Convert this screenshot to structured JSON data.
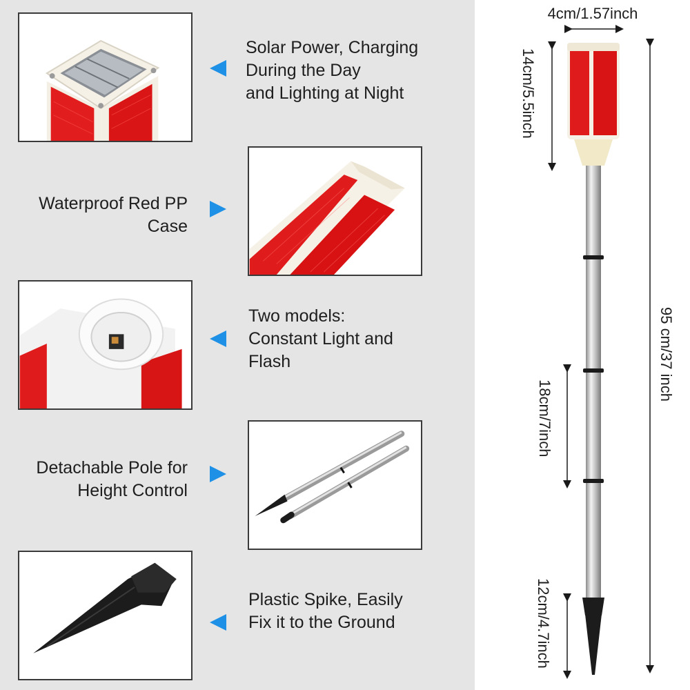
{
  "colors": {
    "panel_background": "#e5e5e5",
    "arrow_accent": "#1e90e6",
    "reflector_red": "#e01b1b",
    "case_white": "#f6f1e6",
    "pole_silver": "#b8b8b8",
    "spike_black": "#1c1c1c"
  },
  "features": [
    {
      "lines": [
        "Solar Power, Charging",
        "During the Day",
        "and Lighting at Night"
      ],
      "image_icon": "solar-panel-top-icon"
    },
    {
      "lines": [
        "Waterproof Red PP",
        "Case"
      ],
      "image_icon": "red-case-closeup-icon"
    },
    {
      "lines": [
        "Two models:",
        "Constant Light and",
        "Flash"
      ],
      "image_icon": "switch-socket-icon"
    },
    {
      "lines": [
        "Detachable Pole for",
        "Height Control"
      ],
      "image_icon": "detachable-pole-icon"
    },
    {
      "lines": [
        "Plastic Spike, Easily",
        "Fix it to the Ground"
      ],
      "image_icon": "ground-spike-icon"
    }
  ],
  "dimensions": {
    "width_label": "4cm/1.57inch",
    "head_height_label": "14cm/5.5inch",
    "total_height_label": "95 cm/37 inch",
    "segment_label": "18cm/7inch",
    "spike_label": "12cm/4.7inch"
  }
}
